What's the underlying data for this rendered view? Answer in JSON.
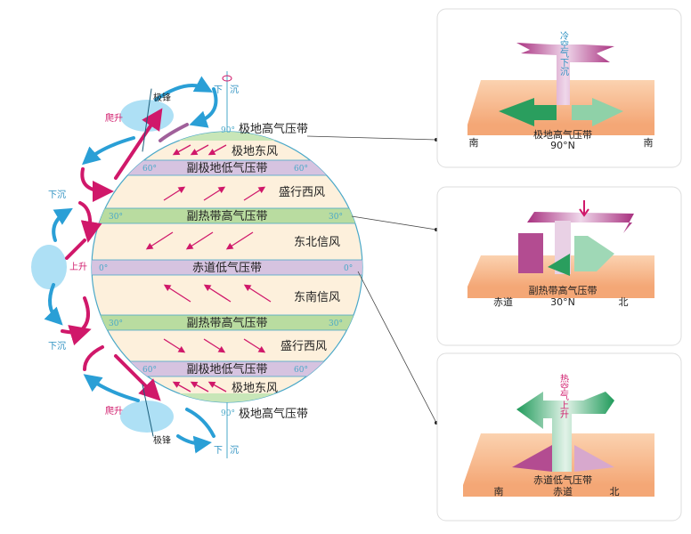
{
  "globe": {
    "north_pole_high": "极地高气压带",
    "polar_easterlies_n": "极地东风",
    "subpolar_low_n": "副极地低气压带",
    "westerlies_n": "盛行西风",
    "subtropical_high_n": "副热带高气压带",
    "ne_trades": "东北信风",
    "equatorial_low": "赤道低气压带",
    "se_trades": "东南信风",
    "subtropical_high_s": "副热带高气压带",
    "westerlies_s": "盛行西风",
    "subpolar_low_s": "副极地低气压带",
    "polar_easterlies_s": "极地东风",
    "south_pole_high": "极地高气压带",
    "deg_90": "90°",
    "deg_60": "60°",
    "deg_30": "30°",
    "deg_0": "0°"
  },
  "circulation": {
    "polar_front": "极锋",
    "climb": "爬升",
    "sink": "下沉",
    "rise": "上升",
    "sink_top_left": "下",
    "sink_top_right": "沉"
  },
  "panels": [
    {
      "vertical_text": "冷空气下沉",
      "belt": "极地高气压带",
      "center": "90°N",
      "left": "南",
      "right": "南"
    },
    {
      "vertical_text": "",
      "belt": "副热带高气压带",
      "center": "30°N",
      "left": "赤道",
      "right": "北"
    },
    {
      "vertical_text": "热空气上升",
      "belt": "赤道低气压带",
      "center": "赤道",
      "left": "南",
      "right": "北"
    }
  ],
  "colors": {
    "magenta": "#d0186a",
    "cyan": "#2a9fd6",
    "purple_band": "#d6c3e0",
    "green_band": "#b9dca0",
    "cream": "#fdf0dc"
  }
}
